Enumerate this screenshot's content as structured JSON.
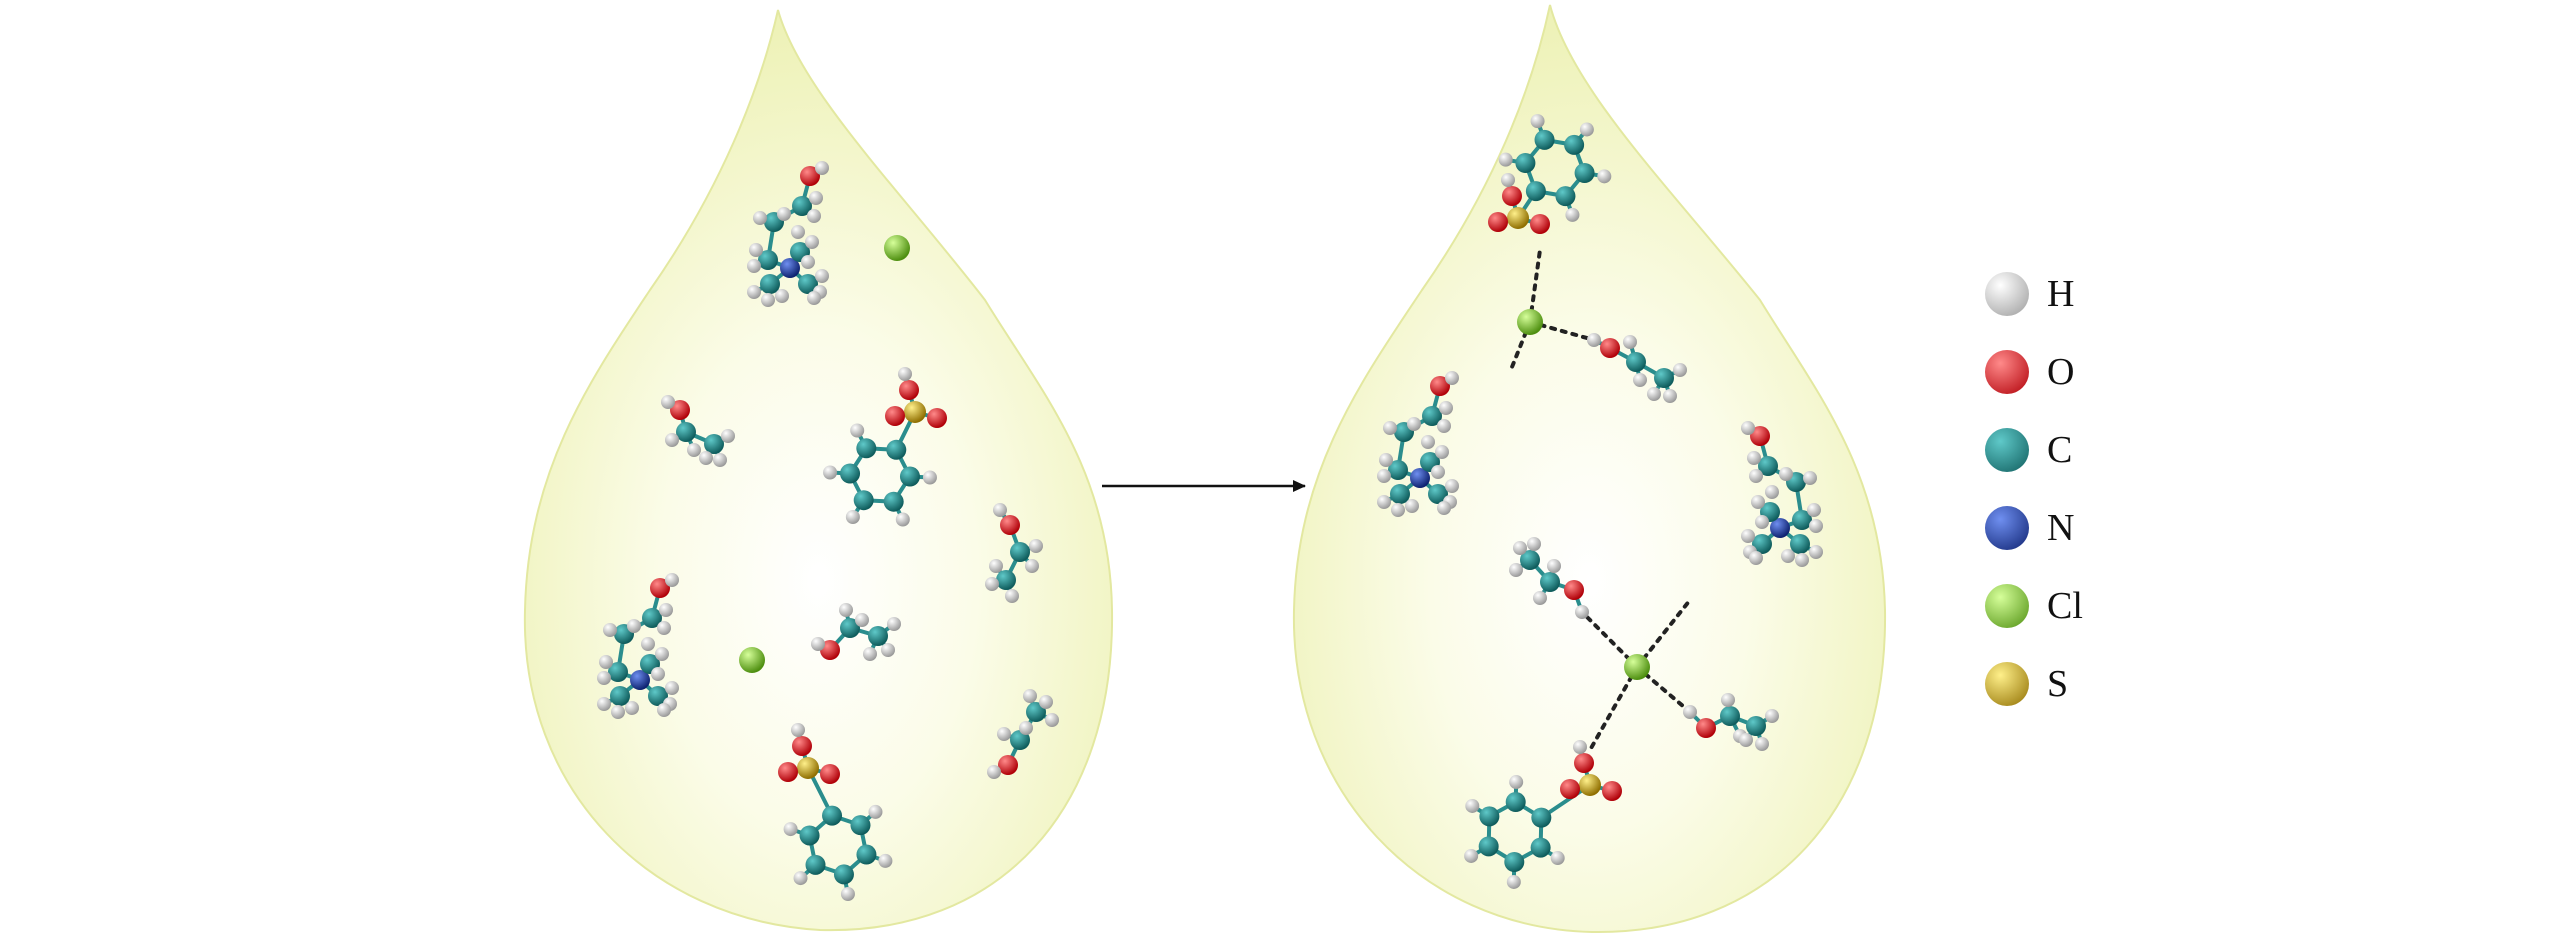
{
  "legend": {
    "items": [
      {
        "label": "H",
        "color": "#d9d9d9"
      },
      {
        "label": "O",
        "color": "#e8101a"
      },
      {
        "label": "C",
        "color": "#1f8a8a"
      },
      {
        "label": "N",
        "color": "#1d3fa8"
      },
      {
        "label": "Cl",
        "color": "#86cf2b"
      },
      {
        "label": "S",
        "color": "#d9b216"
      }
    ]
  },
  "colors": {
    "drop_fill": "#f3f5c6",
    "drop_edge": "#e9eda4",
    "bond": "#2a8d8d",
    "hbond": "#222222",
    "arrow": "#111111"
  }
}
